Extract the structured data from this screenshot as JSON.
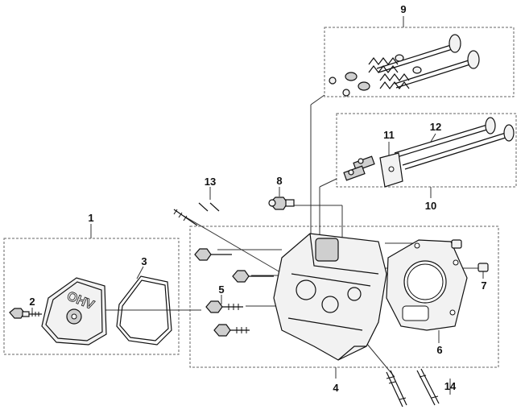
{
  "diagram": {
    "callouts": {
      "c1": "1",
      "c2": "2",
      "c3": "3",
      "c4": "4",
      "c5": "5",
      "c6": "6",
      "c7": "7",
      "c8": "8",
      "c9": "9",
      "c10": "10",
      "c11": "11",
      "c12": "12",
      "c13": "13",
      "c14": "14"
    },
    "cover_logo": "OHV"
  }
}
